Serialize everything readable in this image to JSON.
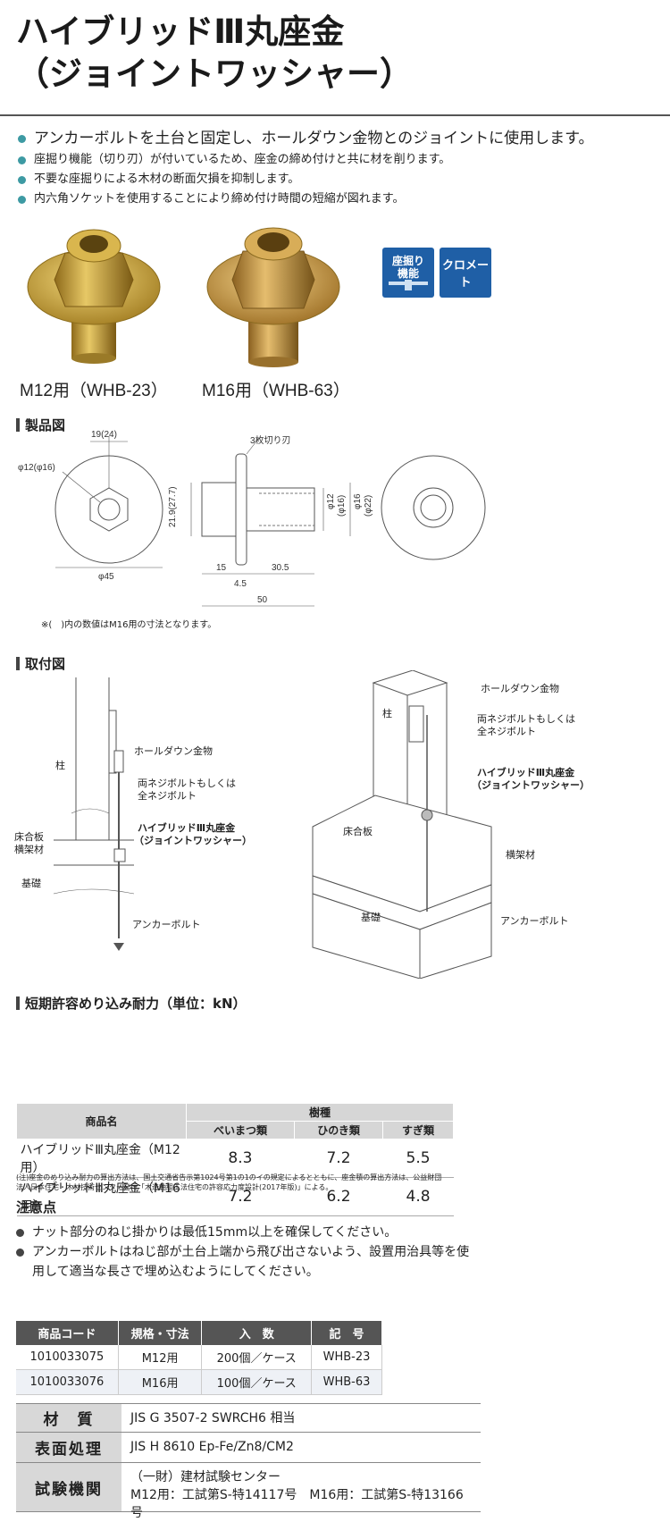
{
  "title": {
    "line1": "ハイブリッドⅢ丸座金",
    "line2": "（ジョイントワッシャー）"
  },
  "bullets": [
    "アンカーボルトを土台と固定し、ホールダウン金物とのジョイントに使用します。",
    "座掘り機能（切り刃）が付いているため、座金の締め付けと共に材を削ります。",
    "不要な座掘りによる木材の断面欠損を抑制します。",
    "内六角ソケットを使用することにより締め付け時間の短縮が図れます。"
  ],
  "products": [
    {
      "caption": "M12用（WHB-23）"
    },
    {
      "caption": "M16用（WHB-63）"
    }
  ],
  "badges": {
    "zahori": "座掘り機能",
    "chrome": "クロメート"
  },
  "product_drawing": {
    "heading": "製品図",
    "dims": {
      "hex": "19(24)",
      "bore": "φ12(φ16)",
      "outer": "φ45",
      "blade": "3枚切り刃",
      "height": "21.9(27.7)",
      "d1": "φ12",
      "d1b": "(φ16)",
      "d2": "φ16",
      "d2b": "(φ22)",
      "l1": "15",
      "l2": "30.5",
      "l3": "4.5",
      "total": "50"
    },
    "note": "※(　)内の数値はM16用の寸法となります。"
  },
  "install_drawing": {
    "heading": "取付図",
    "left": {
      "holdown": "ホールダウン金物",
      "bolt_both": "両ネジボルトもしくは",
      "bolt_full": "全ネジボルト",
      "washer1": "ハイブリッドⅢ丸座金",
      "washer2": "（ジョイントワッシャー）",
      "post": "柱",
      "floor": "床合板",
      "beam": "横架材",
      "base": "基礎",
      "anchor": "アンカーボルト"
    },
    "right": {
      "post": "柱",
      "holdown": "ホールダウン金物",
      "bolt_both": "両ネジボルトもしくは",
      "bolt_full": "全ネジボルト",
      "washer1": "ハイブリッドⅢ丸座金",
      "washer2": "（ジョイントワッシャー）",
      "floor": "床合板",
      "beam": "横架材",
      "base": "基礎",
      "anchor": "アンカーボルト"
    }
  },
  "capacity": {
    "heading": "短期許容めり込み耐力（単位：kN）",
    "col_name": "商品名",
    "col_group": "樹種",
    "cols": [
      "べいまつ類",
      "ひのき類",
      "すぎ類"
    ],
    "rows": [
      {
        "name": "ハイブリッドⅢ丸座金（M12用）",
        "values": [
          "8.3",
          "7.2",
          "5.5"
        ]
      },
      {
        "name": "ハイブリッドⅢ丸座金（M16用）",
        "values": [
          "7.2",
          "6.2",
          "4.8"
        ]
      }
    ],
    "note1": "(注)座金のめり込み耐力の算出方法は、国土交通省告示第1024号第1の1のイの規定によるとともに、座金積の算出方法は、公益財団",
    "note2": "法人日本住宅・木材技術センター発行「木造軸組工法住宅の許容応力度設計(2017年版)」による。"
  },
  "caution": {
    "heading": "注意点",
    "items": [
      "ナット部分のねじ掛かりは最低15mm以上を確保してください。",
      "アンカーボルトはねじ部が土台上端から飛び出さないよう、設置用治具等を使",
      "用して適当な長さで埋め込むようにしてください。"
    ]
  },
  "order_table": {
    "headers": [
      "商品コード",
      "規格・寸法",
      "入　数",
      "記　号"
    ],
    "rows": [
      [
        "1010033075",
        "M12用",
        "200個／ケース",
        "WHB-23"
      ],
      [
        "1010033076",
        "M16用",
        "100個／ケース",
        "WHB-63"
      ]
    ]
  },
  "spec": [
    {
      "key": "材　質",
      "value": [
        "JIS G 3507-2  SWRCH6  相当"
      ]
    },
    {
      "key": "表面処理",
      "value": [
        "JIS H 8610  Ep-Fe/Zn8/CM2"
      ]
    },
    {
      "key": "試験機関",
      "value": [
        "（一財）建材試験センター",
        "M12用：工試第S-特14117号　M16用：工試第S-特13166号"
      ]
    }
  ]
}
